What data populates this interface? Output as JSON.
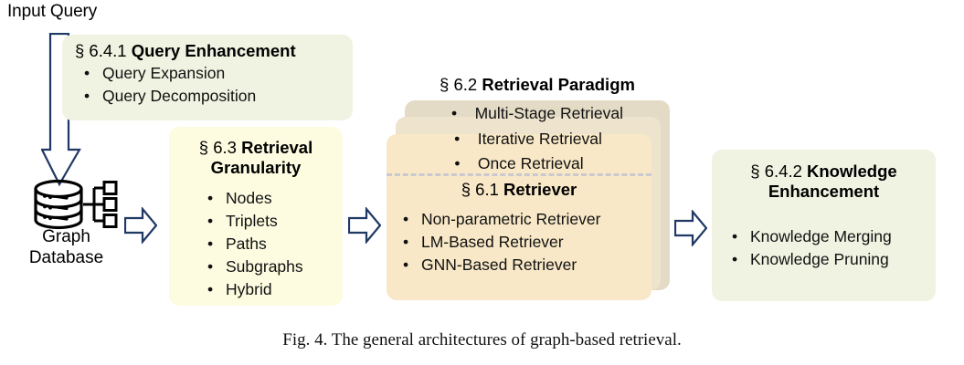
{
  "figure": {
    "caption": "Fig. 4.  The general architectures of graph-based retrieval."
  },
  "input": {
    "label": "Input Query",
    "arrow_icon": "down-block-arrow-icon"
  },
  "database": {
    "icon": "graph-database-icon",
    "caption": "Graph Database"
  },
  "arrows": {
    "db_to_granularity": "right-block-arrow-icon",
    "granularity_to_retriever": "right-block-arrow-icon",
    "retriever_to_knowledge": "right-block-arrow-icon"
  },
  "boxes": {
    "query_enhancement": {
      "section": "§ 6.4.1",
      "title": "Query Enhancement",
      "items": [
        "Query Expansion",
        "Query Decomposition"
      ],
      "color": "#f1f3e2"
    },
    "retrieval_granularity": {
      "section": "§ 6.3",
      "title_line1": "Retrieval",
      "title_line2": "Granularity",
      "items": [
        "Nodes",
        "Triplets",
        "Paths",
        "Subgraphs",
        "Hybrid"
      ],
      "color": "#fdfce1"
    },
    "retrieval_paradigm": {
      "section": "§ 6.2",
      "title": "Retrieval Paradigm",
      "items": [
        "Multi-Stage Retrieval",
        "Iterative Retrieval",
        "Once Retrieval"
      ],
      "colors": [
        "#e4dbc6",
        "#eee4cd",
        "#f8e8c7"
      ]
    },
    "retriever": {
      "section": "§ 6.1",
      "title": "Retriever",
      "items": [
        "Non-parametric Retriever",
        "LM-Based Retriever",
        "GNN-Based Retriever"
      ],
      "color": "#f8e8c7"
    },
    "knowledge_enhancement": {
      "section": "§ 6.4.2",
      "title_line1": "Knowledge",
      "title_line2": "Enhancement",
      "items": [
        "Knowledge Merging",
        "Knowledge Pruning"
      ],
      "color": "#f1f3e2"
    }
  },
  "bullet_glyph": "•",
  "colors": {
    "arrow_stroke": "#1f3864",
    "arrow_fill": "#ffffff",
    "divider": "#c9c9cf",
    "text": "#000000"
  }
}
